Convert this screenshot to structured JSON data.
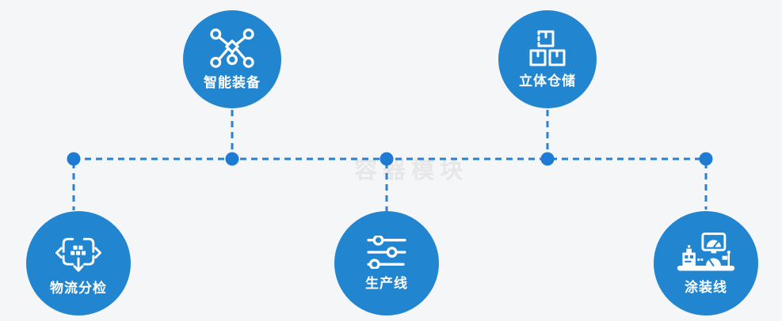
{
  "page": {
    "watermark": "容器模块"
  },
  "colors": {
    "background": "#f5f6f7",
    "circle_fill": "#2185d0",
    "connector": "#2a80d2",
    "node_dot": "#1d7bd4",
    "label_text": "#ffffff",
    "watermark_text": "#e7e7e9"
  },
  "nodes": [
    {
      "label": "智能装备",
      "icon": "network-nodes-icon",
      "position": "top-left"
    },
    {
      "label": "立体仓储",
      "icon": "stacked-boxes-icon",
      "position": "top-right"
    },
    {
      "label": "物流分检",
      "icon": "sort-dispatch-icon",
      "position": "bottom-left"
    },
    {
      "label": "生产线",
      "icon": "sliders-icon",
      "position": "bottom-center"
    },
    {
      "label": "涂装线",
      "icon": "paint-machine-icon",
      "position": "bottom-right"
    }
  ]
}
